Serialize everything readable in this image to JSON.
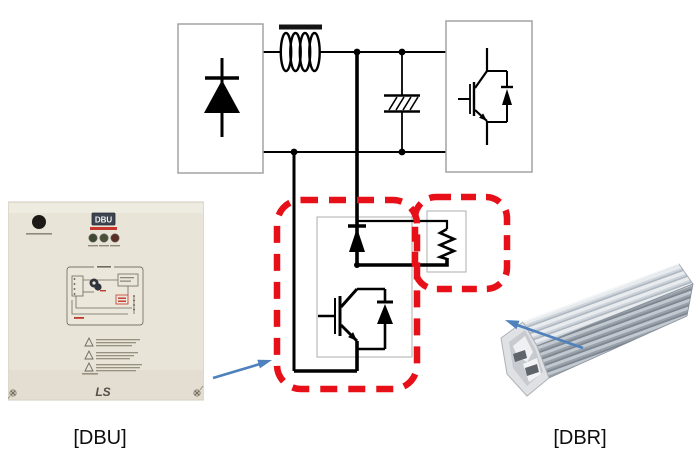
{
  "labels": {
    "dbu_caption": "[DBU]",
    "dbr_caption": "[DBR]"
  },
  "colors": {
    "highlight_red": "#e81018",
    "arrow_blue": "#4f81bd",
    "schematic_line": "#000000",
    "block_border": "#a3a3a3",
    "inner_box_gray": "#b5b5b5",
    "panel_body": "#e8e4d7",
    "logo_box": "#3d4450",
    "logo_bar_red": "#c8372d",
    "led_1": "#3f4a33",
    "led_2": "#4a5138",
    "led_3": "#5a2e26"
  },
  "dbu_panel": {
    "logo_text": "DBU",
    "brand_text": "LS"
  }
}
